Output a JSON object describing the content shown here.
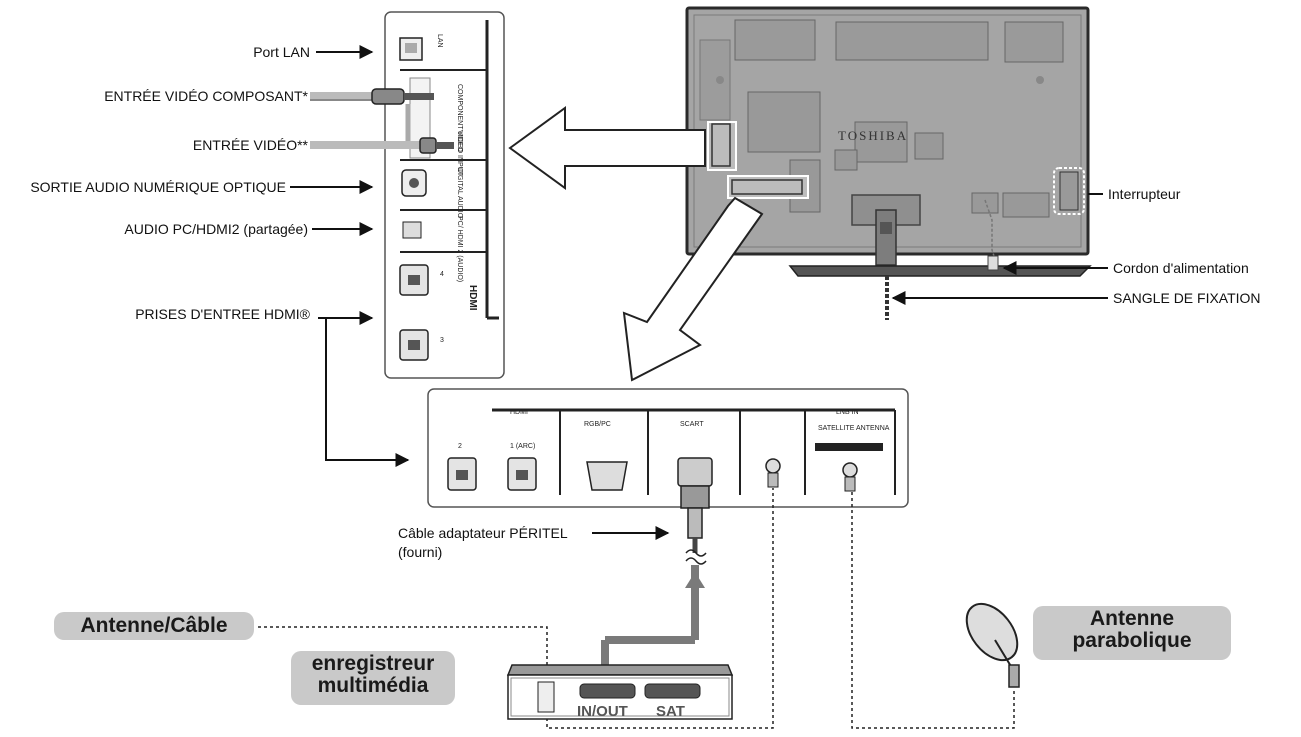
{
  "left_labels": {
    "port_lan": "Port LAN",
    "component_video": "ENTRÉE VIDÉO COMPOSANT*",
    "video_input": "ENTRÉE VIDÉO**",
    "optical_audio": "SORTIE AUDIO NUMÉRIQUE OPTIQUE",
    "pc_hdmi_audio": "AUDIO PC/HDMI2 (partagée)",
    "hdmi_inputs": "PRISES D'ENTREE HDMI®"
  },
  "right_labels": {
    "power_switch": "Interrupteur",
    "power_cord": "Cordon d'alimentation",
    "strap": "SANGLE DE FIXATION"
  },
  "tv_brand": "TOSHIBA",
  "scart_cable": {
    "line1": "Câble adaptateur PÉRITEL",
    "line2": "(fourni)"
  },
  "badges": {
    "antenna_cable": "Antenne/Câble",
    "recorder_line1": "enregistreur",
    "recorder_line2": "multimédia",
    "dish_line1": "Antenne",
    "dish_line2": "parabolique"
  },
  "side_panel_text": {
    "lan": "LAN",
    "component": "COMPONENT VIDEO INPUT",
    "video": "VIDEO",
    "digital_audio": "DIGITAL AUDIO",
    "pc_audio": "PC/ HDMI 2 (AUDIO)",
    "hdmi": "HDMI",
    "hdmi_4": "4",
    "hdmi_3": "3"
  },
  "bottom_panel_text": {
    "hdmi_header": "HDMI",
    "rgb_header": "RGB/PC",
    "scart_header": "SCART",
    "lnb_header": "LNB IN",
    "satellite": "SATELLITE ANTENNA",
    "hdmi_2": "2",
    "hdmi_1": "1 (ARC)"
  },
  "recorder_ports": {
    "in_out": "IN/OUT",
    "sat": "SAT"
  }
}
